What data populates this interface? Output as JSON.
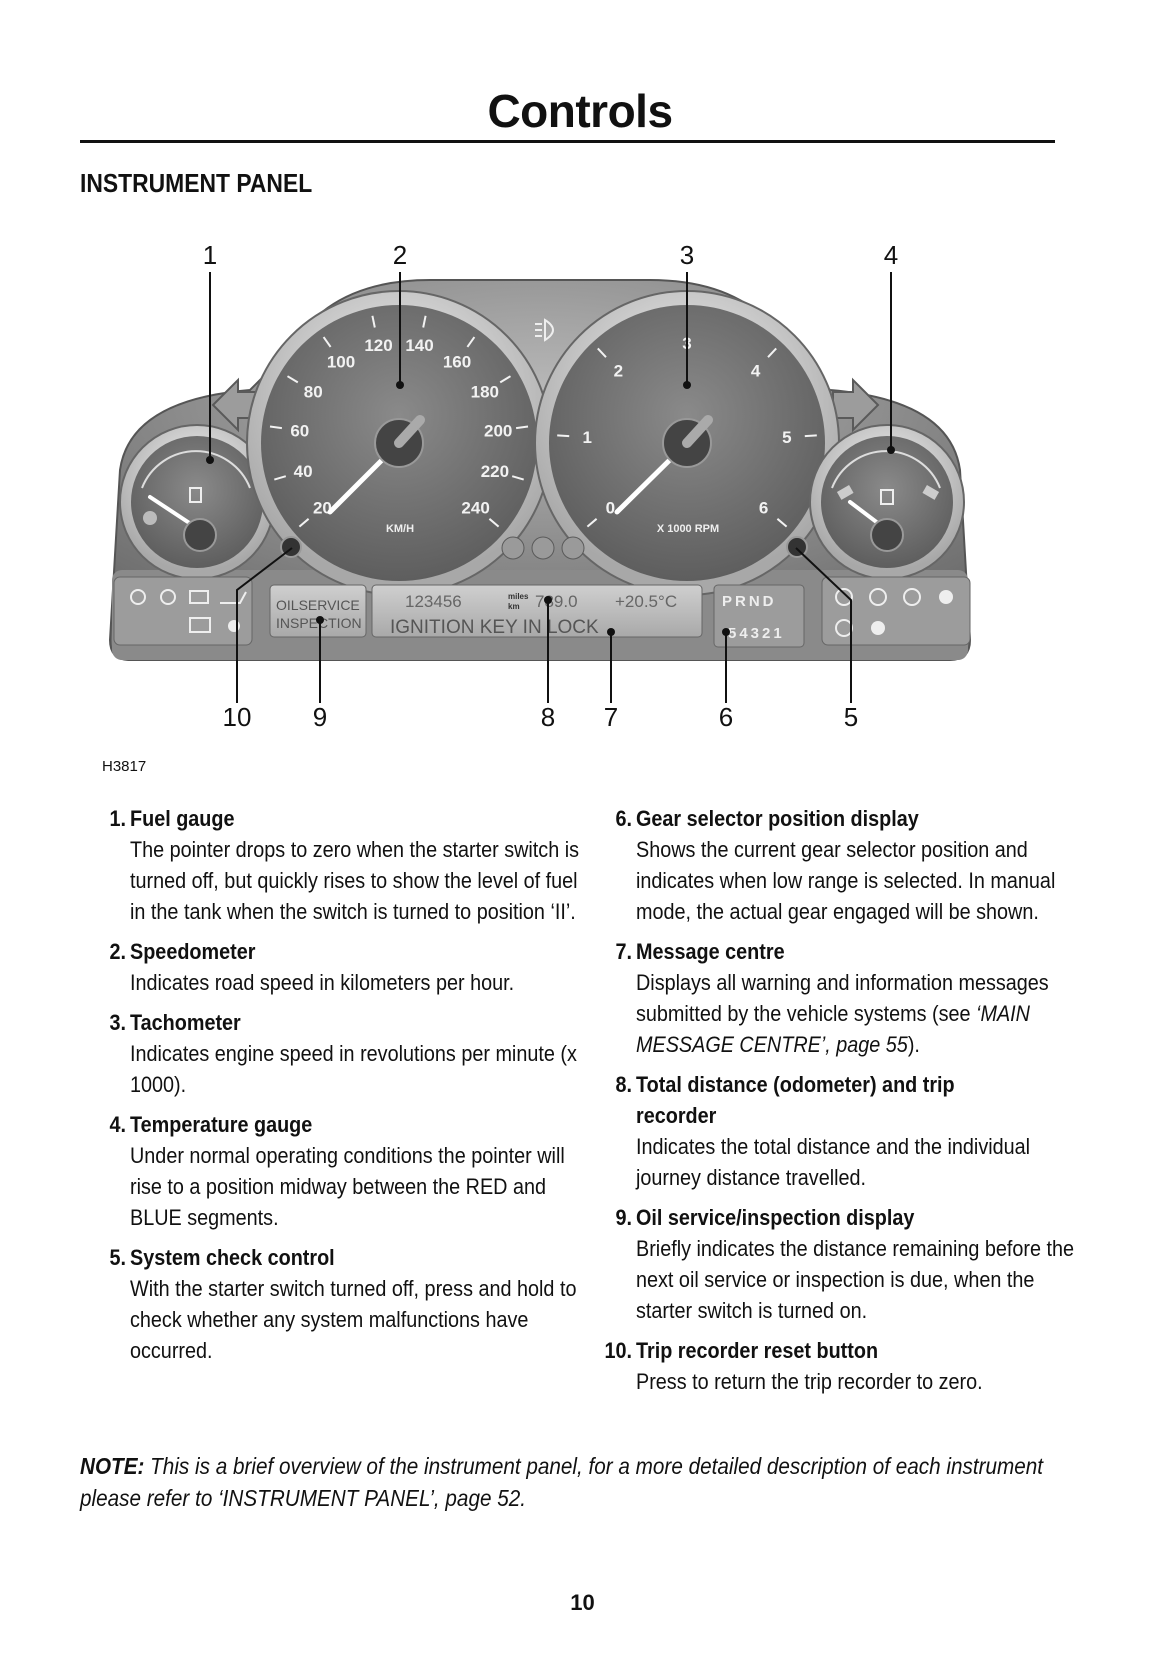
{
  "header": {
    "title": "Controls",
    "section": "INSTRUMENT PANEL"
  },
  "figure": {
    "code": "H3817",
    "callouts": [
      "1",
      "2",
      "3",
      "4",
      "5",
      "6",
      "7",
      "8",
      "9",
      "10"
    ],
    "speedometer": {
      "ticks": [
        "20",
        "40",
        "60",
        "80",
        "100",
        "120",
        "140",
        "160",
        "180",
        "200",
        "220",
        "240"
      ],
      "unit": "KM/H"
    },
    "tachometer": {
      "ticks": [
        "0",
        "1",
        "2",
        "3",
        "4",
        "5",
        "6"
      ],
      "unit": "X 1000 RPM"
    },
    "fuel_gauge": {
      "icon": "fuel-pump-icon"
    },
    "temp_gauge": {
      "icon": "coolant-temp-icon"
    },
    "left_display": {
      "line1": "OILSERVICE",
      "line2": "INSPECTION"
    },
    "center_display": {
      "odometer": "123456",
      "units_top": "miles",
      "units_bottom": "km",
      "trip": "789.0",
      "temp": "+20.5°C",
      "message": "IGNITION KEY IN LOCK"
    },
    "gear_display": {
      "selector": "PRND",
      "gears": "54321"
    },
    "warning_icons": [
      "fog-light-icon",
      "rear-fog-icon",
      "battery-icon",
      "oil-can-icon",
      "engine-icon",
      "brake-icon",
      "abs-icon",
      "airbag-icon",
      "seatbelt-icon",
      "headlight-icon",
      "glow-plug-icon",
      "hazard-icon",
      "hill-descent-icon"
    ]
  },
  "items_left": [
    {
      "num": "1.",
      "heading": "Fuel gauge",
      "text": "The pointer drops to zero when the starter switch is turned off, but quickly rises to show the level of fuel in the tank when the switch is turned to position ‘II’."
    },
    {
      "num": "2.",
      "heading": "Speedometer",
      "text": "Indicates road speed in kilometers per hour."
    },
    {
      "num": "3.",
      "heading": "Tachometer",
      "text": "Indicates engine speed in revolutions per minute (x 1000)."
    },
    {
      "num": "4.",
      "heading": "Temperature gauge",
      "text": "Under normal operating conditions the pointer will rise to a position midway between the RED and BLUE segments."
    },
    {
      "num": "5.",
      "heading": "System check control",
      "text": "With the starter switch turned off, press and hold to check whether any system malfunctions have occurred."
    }
  ],
  "items_right": [
    {
      "num": "6.",
      "heading": "Gear selector position display",
      "text": "Shows the current gear selector position and indicates when low range is selected. In manual mode, the actual gear engaged will be shown."
    },
    {
      "num": "7.",
      "heading": "Message centre",
      "text_before": "Displays all warning and information messages submitted by the vehicle systems (see ",
      "text_ref": "‘MAIN MESSAGE CENTRE’, page 55",
      "text_after": ")."
    },
    {
      "num": "8.",
      "heading": "Total distance (odometer) and trip recorder",
      "text": "Indicates the total distance and the individual journey distance travelled."
    },
    {
      "num": "9.",
      "heading": "Oil service/inspection display",
      "text": "Briefly indicates the distance remaining before the next oil service or inspection is due, when the starter switch is turned on."
    },
    {
      "num": "10.",
      "heading": "Trip recorder reset button",
      "text": "Press to return the trip recorder to zero."
    }
  ],
  "note": {
    "label": "NOTE:",
    "text": " This is a brief overview of the instrument panel, for a more detailed description of each instrument please refer to ‘INSTRUMENT PANEL’, page 52."
  },
  "page_number": "10"
}
